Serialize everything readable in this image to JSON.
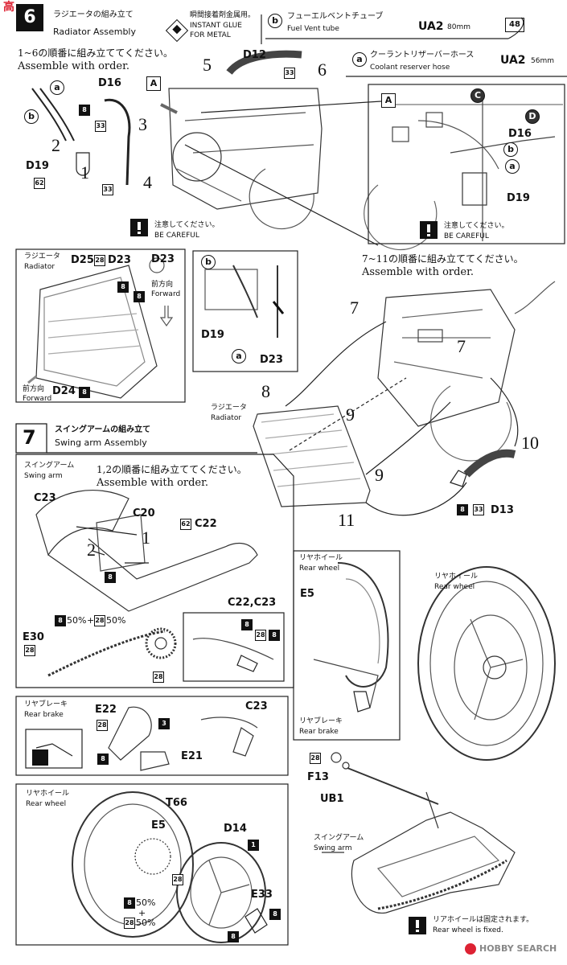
{
  "header": {
    "step_num": "6",
    "title_jp": "ラジエータの組み立て",
    "title_en": "Radiator Assembly",
    "glue_jp": "瞬間接着剤金属用。",
    "glue_en1": "INSTANT GLUE",
    "glue_en2": "FOR METAL",
    "tube_b_letter": "b",
    "tube_b_jp": "フューエルベントチューブ",
    "tube_b_en": "Fuel Vent tube",
    "tube_b_code": "UA2",
    "tube_b_len": "80mm",
    "page_num": "48",
    "tube_a_letter": "a",
    "tube_a_jp": "クーラントリザーバーホース",
    "tube_a_en": "Coolant reserver hose",
    "tube_a_code": "UA2",
    "tube_a_len": "56mm"
  },
  "section1": {
    "order_jp": "1~6の順番に組み立ててください。",
    "order_en": "Assemble with order.",
    "label_a": "a",
    "label_b": "b",
    "box_a": "A",
    "parts": {
      "d16": "D16",
      "d19": "D19",
      "d12": "D12"
    },
    "codes": {
      "c8a": "8",
      "c33a": "33",
      "c62": "62",
      "c33b": "33",
      "c33c": "33"
    },
    "steps": {
      "s1": "1",
      "s2": "2",
      "s3": "3",
      "s4": "4",
      "s5": "5",
      "s6": "6"
    },
    "careful_jp": "注意してください。",
    "careful_en": "BE CAREFUL"
  },
  "inset_a": {
    "box": "A",
    "c": "C",
    "d": "D",
    "d16": "D16",
    "b": "b",
    "a": "a",
    "d19": "D19",
    "careful_jp": "注意してください。",
    "careful_en": "BE CAREFUL"
  },
  "radiator_box": {
    "label_jp": "ラジエータ",
    "label_en": "Radiator",
    "d25": "D25",
    "c28": "28",
    "d23": "D23",
    "d23b": "D23",
    "c8a": "8",
    "c8b": "8",
    "fwd_jp": "前方向",
    "fwd_en": "Forward",
    "fwd2_jp": "前方向",
    "fwd2_en": "Forward",
    "d24": "D24",
    "c8c": "8"
  },
  "d19_box": {
    "b": "b",
    "d19": "D19",
    "a": "a",
    "d23": "D23"
  },
  "section2": {
    "order_jp": "7~11の順番に組み立ててください。",
    "order_en": "Assemble with order.",
    "rad_jp": "ラジエータ",
    "rad_en": "Radiator",
    "steps": {
      "s7a": "7",
      "s7b": "7",
      "s8": "8",
      "s9a": "9",
      "s9b": "9",
      "s10": "10",
      "s11": "11"
    },
    "c8": "8",
    "c33": "33",
    "d13": "D13"
  },
  "step7": {
    "num": "7",
    "title_jp": "スイングアームの組み立て",
    "title_en": "Swing arm Assembly",
    "arm_jp": "スイングアーム",
    "arm_en": "Swing arm",
    "order_jp": "1,2の順番に組み立ててください。",
    "order_en": "Assemble with order.",
    "c23": "C23",
    "c20": "C20",
    "c62": "62",
    "c22": "C22",
    "s1": "1",
    "s2": "2",
    "c8": "8",
    "paint_8": "8",
    "paint_pct1": "50%",
    "paint_plus": "+",
    "paint_28": "28",
    "paint_pct2": "50%",
    "e30": "E30",
    "c28": "28",
    "c28b": "28",
    "c22c23": "C22,C23",
    "det8a": "8",
    "det28": "28",
    "det8b": "8"
  },
  "brake_box": {
    "jp": "リヤブレーキ",
    "en": "Rear brake",
    "e22": "E22",
    "c28": "28",
    "c3": "3",
    "c8": "8",
    "e21": "E21",
    "c23": "C23"
  },
  "wheel_box": {
    "jp": "リヤホイール",
    "en": "Rear wheel",
    "t66": "T66",
    "e5": "E5",
    "d14": "D14",
    "c1": "1",
    "c28": "28",
    "c8a": "8",
    "pct1": "50%",
    "plus": "+",
    "c28b": "28",
    "pct2": "50%",
    "e33": "E33",
    "c8b": "8",
    "c8c": "8"
  },
  "right_wheel_box": {
    "jp": "リヤホイール",
    "en": "Rear wheel",
    "e5": "E5",
    "brake_jp": "リヤブレーキ",
    "brake_en": "Rear brake"
  },
  "right_lower": {
    "wheel_jp": "リヤホイール",
    "wheel_en": "Rear wheel",
    "c28": "28",
    "f13": "F13",
    "ub1": "UB1",
    "arm_jp": "スイングアーム",
    "arm_en": "Swing arm",
    "fixed_jp": "リアホイールは固定されます。",
    "fixed_en": "Rear wheel is fixed."
  },
  "watermark_left": "高",
  "watermark_right": "HOBBY SEARCH"
}
